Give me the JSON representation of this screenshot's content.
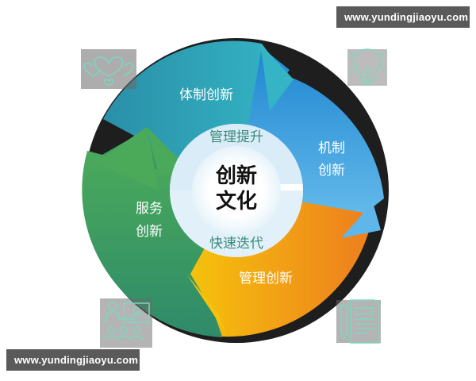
{
  "watermarks": {
    "top": "www.yundingjiaoyu.com",
    "bottom": "www.yundingjiaoyu.com"
  },
  "diagram": {
    "center": {
      "line1": "创新",
      "line2": "文化",
      "ring_top": "管理提升",
      "ring_bottom": "快速迭代"
    },
    "segments": [
      {
        "label": "体制创新",
        "color": "#2fa8b8",
        "position": "top"
      },
      {
        "label_line1": "机制",
        "label_line2": "创新",
        "color": "#3a9ee0",
        "position": "right"
      },
      {
        "label": "管理创新",
        "color": "#f2a51c",
        "position": "bottom"
      },
      {
        "label_line1": "服务",
        "label_line2": "创新",
        "color": "#3fa066",
        "position": "left"
      }
    ],
    "colors": {
      "ring_border": "#1e1e1e",
      "center_fill": "#ffffff",
      "ring_light": "#cfe7f5",
      "ring_text": "#3a8a7a",
      "center_text": "#111111",
      "icon_stroke": "#7fd6bf",
      "icon_bg": "#6a6a6a"
    }
  },
  "icons": [
    {
      "name": "hearts-icon",
      "position": "top-left"
    },
    {
      "name": "lightbulb-icon",
      "position": "top-right"
    },
    {
      "name": "presentation-icon",
      "position": "bottom-left"
    },
    {
      "name": "document-pen-icon",
      "position": "bottom-right"
    }
  ]
}
